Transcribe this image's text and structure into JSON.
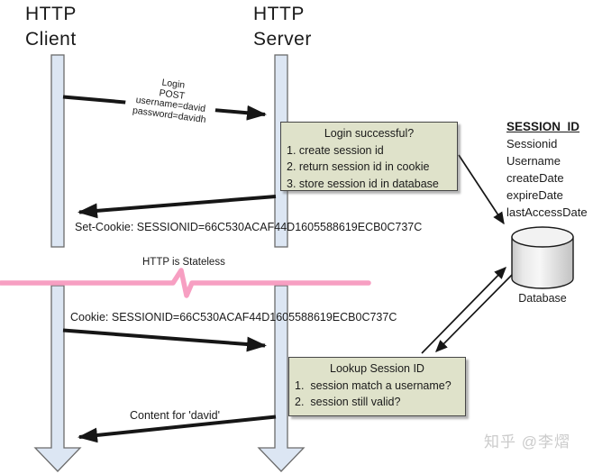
{
  "header": {
    "client_title": "HTTP\nClient",
    "server_title": "HTTP\nServer"
  },
  "messages": {
    "login": {
      "lines": [
        "Login",
        "POST",
        "username=david",
        "password=davidh"
      ]
    },
    "set_cookie": "Set-Cookie: SESSIONID=66C530ACAF44D1605588619ECB0C737C",
    "stateless": "HTTP is Stateless",
    "cookie": "Cookie: SESSIONID=66C530ACAF44D1605588619ECB0C737C",
    "content": "Content for 'david'"
  },
  "login_box": {
    "title": "Login successful?",
    "items": [
      "1. create session id",
      "2. return session id in cookie",
      "3. store session id in database"
    ]
  },
  "lookup_box": {
    "title": "Lookup Session ID",
    "items": [
      "1.  session match a username?",
      "2.  session still valid?"
    ]
  },
  "session_table": {
    "title": "SESSION_ID",
    "fields": [
      "Sessionid",
      "Username",
      "createDate",
      "expireDate",
      "lastAccessDate"
    ]
  },
  "database": {
    "label": "Database"
  },
  "watermark": "知乎 @李熠",
  "colors": {
    "divider_pink": "#F79FC2",
    "box_fill": "#DFE2CA",
    "lifeline_fill": "#DCE6F3",
    "arrow_black": "#161616"
  }
}
